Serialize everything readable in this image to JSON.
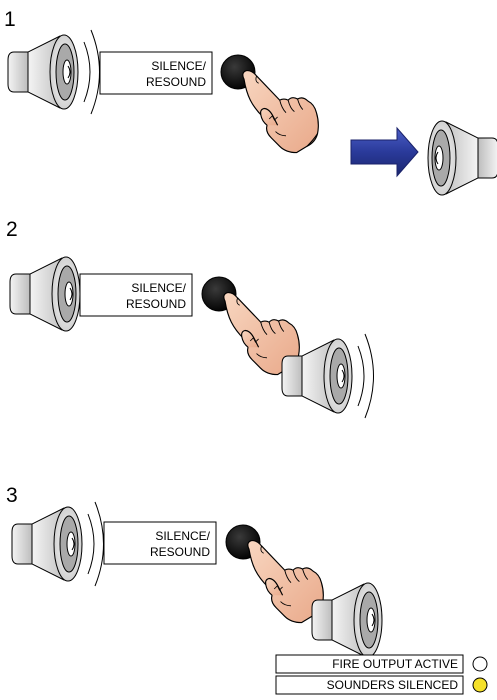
{
  "steps": [
    {
      "number": "1",
      "label_line1": "SILENCE/",
      "label_line2": "RESOUND"
    },
    {
      "number": "2",
      "label_line1": "SILENCE/",
      "label_line2": "RESOUND"
    },
    {
      "number": "3",
      "label_line1": "SILENCE/",
      "label_line2": "RESOUND"
    }
  ],
  "status_panel": {
    "fire_output_active": "FIRE OUTPUT ACTIVE",
    "sounders_silenced": "SOUNDERS SILENCED"
  },
  "colors": {
    "button": "#000000",
    "speaker_light": "#e8e8e8",
    "speaker_dark": "#b0b0b0",
    "hand_skin": "#f3c4a8",
    "arrow_blue": "#2c3e9a",
    "led_off": "#ffffff",
    "led_yellow": "#f5e12a"
  },
  "icons": {
    "speaker": "speaker-icon",
    "hand": "pointing-hand-icon",
    "arrow": "right-arrow-icon",
    "led": "indicator-led-icon"
  }
}
